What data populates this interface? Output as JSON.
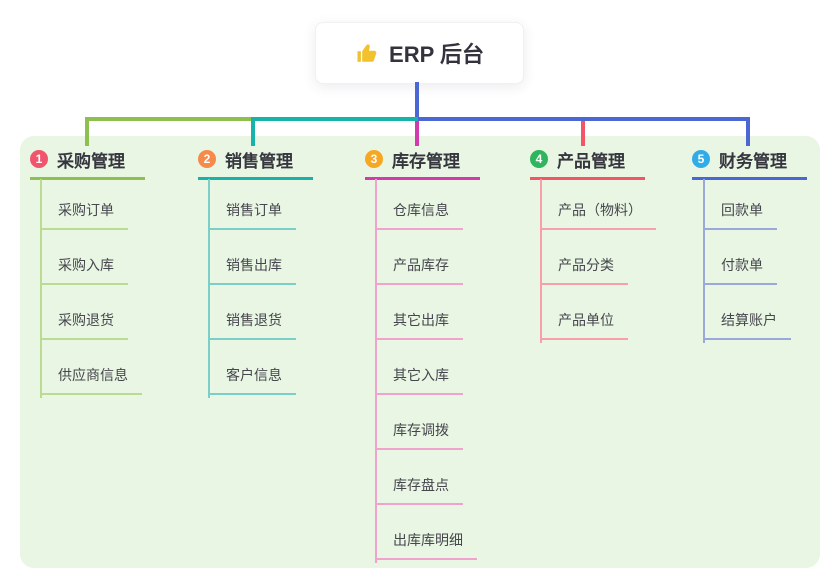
{
  "root": {
    "title": "ERP 后台",
    "icon": "thumbs-up-icon",
    "icon_color": "#f2c12e"
  },
  "colors": {
    "panel_bg": "#e9f6e3",
    "root_stem": "#4a67d4",
    "bus_left_green": "#8dc04f",
    "bus_mid_teal": "#17b3a8",
    "bus_right_blue": "#4a67d4"
  },
  "branches": [
    {
      "index": "1",
      "label": "采购管理",
      "badge_color": "#f0556c",
      "line_color": "#8dc04f",
      "child_line_color": "#b9dc92",
      "children": [
        "采购订单",
        "采购入库",
        "采购退货",
        "供应商信息"
      ]
    },
    {
      "index": "2",
      "label": "销售管理",
      "badge_color": "#f58a4a",
      "line_color": "#17b3a8",
      "child_line_color": "#7ccfc8",
      "children": [
        "销售订单",
        "销售出库",
        "销售退货",
        "客户信息"
      ]
    },
    {
      "index": "3",
      "label": "库存管理",
      "badge_color": "#f6a723",
      "line_color": "#d23bae",
      "child_line_color": "#f1a3cd",
      "children": [
        "仓库信息",
        "产品库存",
        "其它出库",
        "其它入库",
        "库存调拨",
        "库存盘点",
        "出库库明细"
      ]
    },
    {
      "index": "4",
      "label": "产品管理",
      "badge_color": "#2fb55d",
      "line_color": "#f25566",
      "child_line_color": "#f7a0ab",
      "children": [
        "产品（物料）",
        "产品分类",
        "产品单位"
      ]
    },
    {
      "index": "5",
      "label": "财务管理",
      "badge_color": "#32ace6",
      "line_color": "#4a67d4",
      "child_line_color": "#9aa9da",
      "children": [
        "回款单",
        "付款单",
        "结算账户"
      ]
    }
  ]
}
